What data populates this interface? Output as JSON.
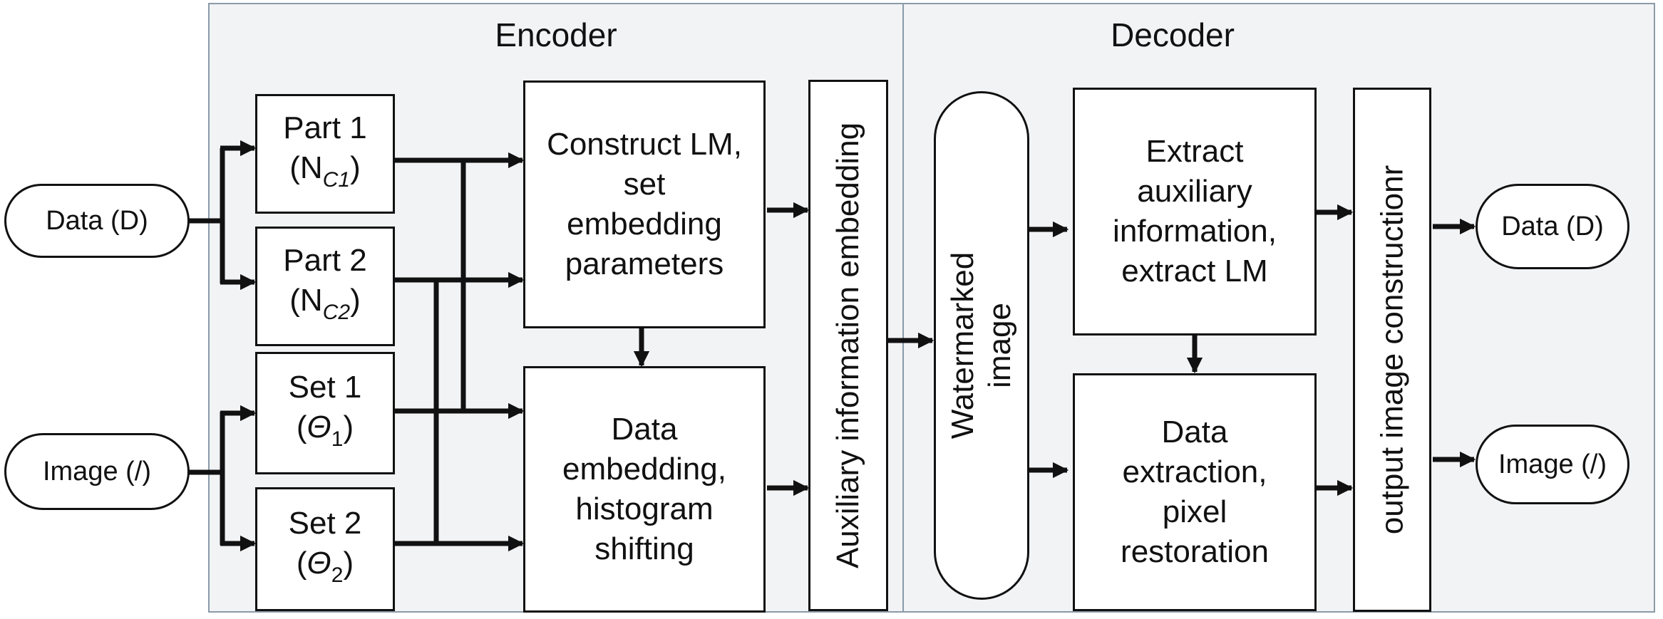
{
  "sections": {
    "encoder": "Encoder",
    "decoder": "Decoder"
  },
  "inputs": {
    "data": "Data (D)",
    "image": "Image (/)"
  },
  "outputs": {
    "data": "Data (D)",
    "image": "Image (/)"
  },
  "parts": [
    {
      "label": "Part 1",
      "symbol": "(N",
      "sub": "C1",
      "close": ")"
    },
    {
      "label": "Part 2",
      "symbol": "(N",
      "sub": "C2",
      "close": ")"
    }
  ],
  "sets": [
    {
      "label": "Set 1",
      "open": "(",
      "symbol": "Θ",
      "sub": "1",
      "close": ")"
    },
    {
      "label": "Set 2",
      "open": "(",
      "symbol": "Θ",
      "sub": "2",
      "close": ")"
    }
  ],
  "encoder_blocks": {
    "construct": [
      "Construct LM,",
      "set",
      "embedding",
      "parameters"
    ],
    "embedding": [
      "Data",
      "embedding,",
      "histogram",
      "shifting"
    ],
    "auxiliary": "Auxiliary information embedding"
  },
  "decoder_blocks": {
    "watermarked": [
      "Watermarked",
      "image"
    ],
    "extract": [
      "Extract",
      "auxiliary",
      "information,",
      "extract LM"
    ],
    "restore": [
      "Data",
      "extraction,",
      "pixel",
      "restoration"
    ],
    "output": "output image constructionr"
  }
}
